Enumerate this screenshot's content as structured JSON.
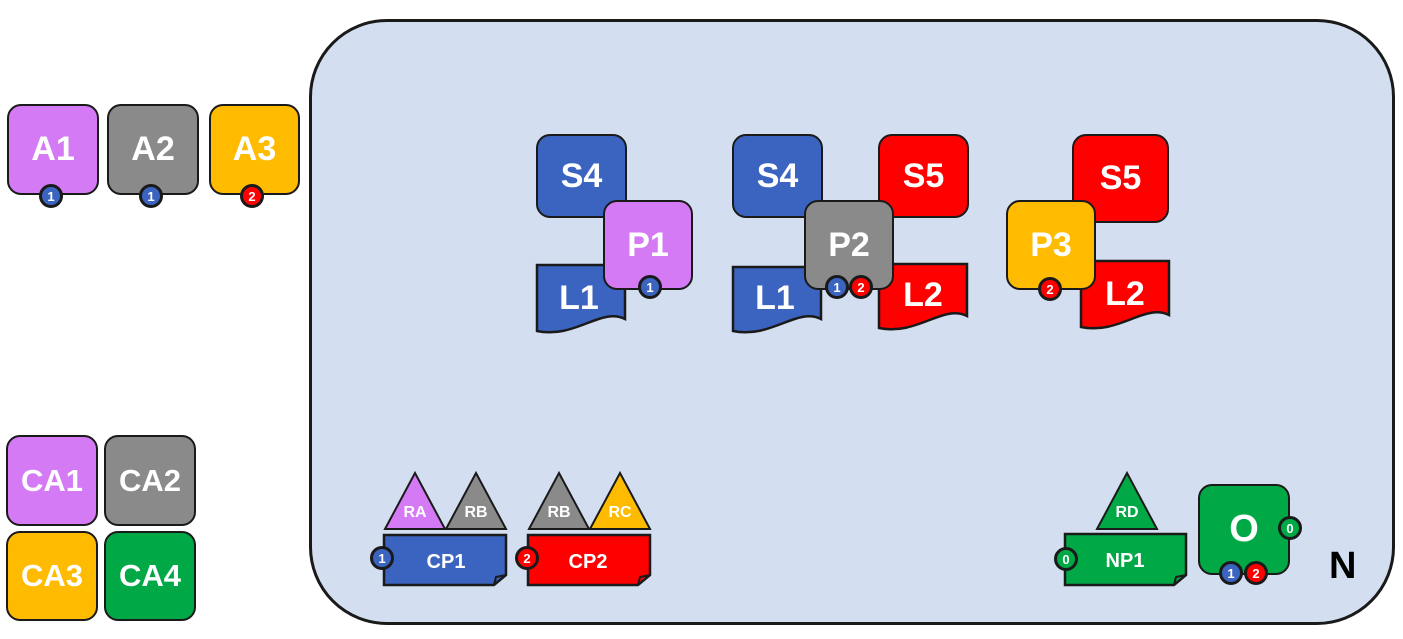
{
  "colors": {
    "purple": "#d57af5",
    "gray": "#8a8a8a",
    "amber": "#ffbb00",
    "blue": "#3b64c0",
    "red": "#ff0000",
    "green": "#00a846",
    "container_fill": "#d3dff0",
    "outline": "#1a1a1a"
  },
  "legend_top": [
    {
      "label": "A1",
      "badge": "1"
    },
    {
      "label": "A2",
      "badge": "1"
    },
    {
      "label": "A3",
      "badge": "2"
    }
  ],
  "legend_bottom": [
    "CA1",
    "CA2",
    "CA3",
    "CA4"
  ],
  "groups": [
    {
      "s_label": "S4",
      "l_label": "L1",
      "p_label": "P1",
      "p_badges": [
        "1"
      ]
    },
    {
      "s1_label": "S4",
      "l1_label": "L1",
      "s2_label": "S5",
      "l2_label": "L2",
      "p_label": "P2",
      "p_badges": [
        "1",
        "2"
      ]
    },
    {
      "s_label": "S5",
      "l_label": "L2",
      "p_label": "P3",
      "p_badges": [
        "2"
      ]
    }
  ],
  "channels": [
    {
      "label": "CP1",
      "badge": "1",
      "roles": [
        "RA",
        "RB"
      ]
    },
    {
      "label": "CP2",
      "badge": "2",
      "roles": [
        "RB",
        "RC"
      ]
    }
  ],
  "np": {
    "label": "NP1",
    "badge": "0",
    "role": "RD"
  },
  "output": {
    "label": "O",
    "side_badge": "0",
    "badges": [
      "1",
      "2"
    ]
  },
  "container_label": "N"
}
